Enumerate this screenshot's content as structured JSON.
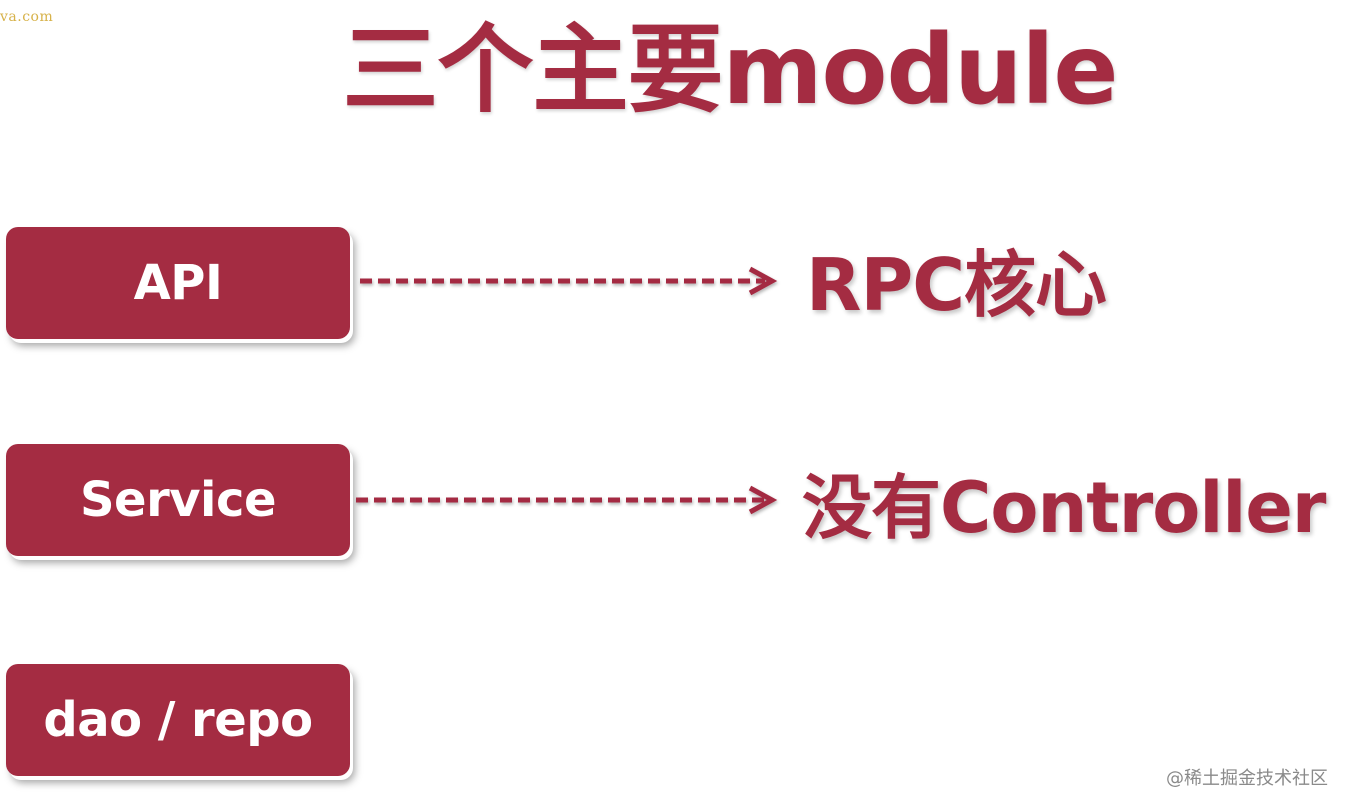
{
  "corner_text": "va.com",
  "title": "三个主要module",
  "modules": [
    {
      "label": "API",
      "description": "RPC核心"
    },
    {
      "label": "Service",
      "description": "没有Controller"
    },
    {
      "label": "dao / repo",
      "description": ""
    }
  ],
  "watermark": "@稀土掘金技术社区",
  "colors": {
    "accent": "#a42c42",
    "box_text": "#ffffff",
    "background": "#ffffff"
  }
}
